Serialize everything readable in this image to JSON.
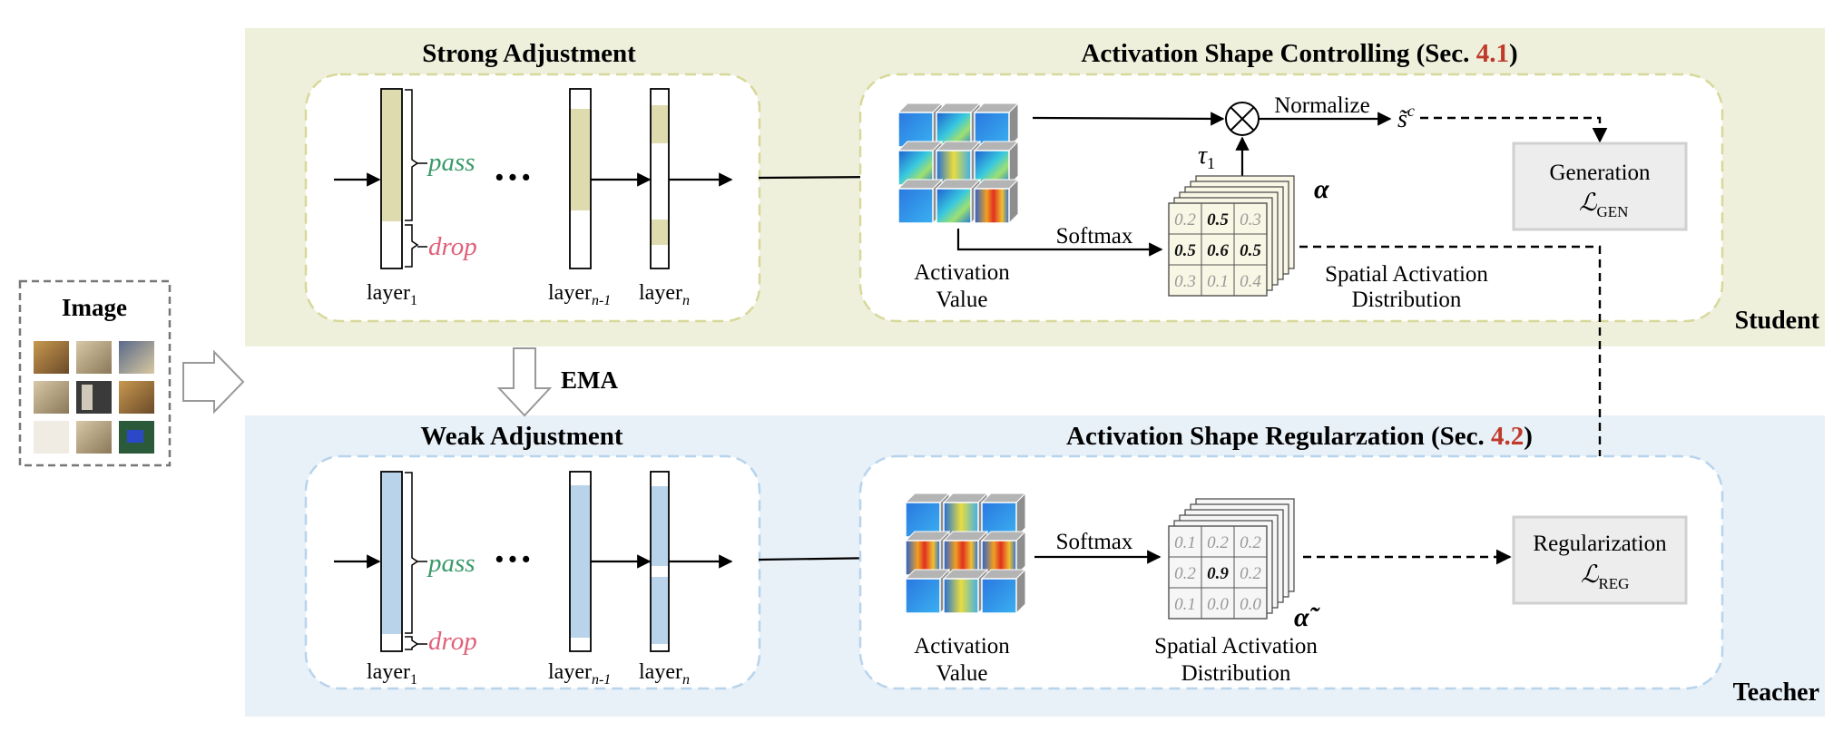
{
  "image_panel": {
    "title": "Image"
  },
  "transfer": {
    "label": "EMA"
  },
  "student": {
    "role_label": "Student",
    "adjustment": {
      "title": "Strong Adjustment",
      "pass_label": "pass",
      "drop_label": "drop",
      "ellipsis": "···",
      "layer_first": "layer",
      "layer_first_sub": "1",
      "layer_prev": "layer",
      "layer_prev_sub": "n-1",
      "layer_last": "layer",
      "layer_last_sub": "n"
    },
    "controlling": {
      "title_prefix": "Activation Shape Controlling (Sec. ",
      "title_ref": "4.1",
      "title_suffix": ")",
      "activation_label_1": "Activation",
      "activation_label_2": "Value",
      "softmax_label": "Softmax",
      "normalize_label": "Normalize",
      "tau_label": "τ",
      "tau_sub": "1",
      "otimes": "⊗",
      "s_label": "s̃",
      "s_sup": "c",
      "alpha_label": "α",
      "distribution_label_1": "Spatial Activation",
      "distribution_label_2": "Distribution",
      "grid": [
        [
          "0.2",
          "0.5",
          "0.3"
        ],
        [
          "0.5",
          "0.6",
          "0.5"
        ],
        [
          "0.3",
          "0.1",
          "0.4"
        ]
      ],
      "grid_bold": [
        [
          false,
          true,
          false
        ],
        [
          true,
          true,
          true
        ],
        [
          false,
          false,
          false
        ]
      ]
    },
    "loss": {
      "name": "Generation",
      "symbol": "ℒ",
      "sub": "GEN"
    }
  },
  "teacher": {
    "role_label": "Teacher",
    "adjustment": {
      "title": "Weak Adjustment",
      "pass_label": "pass",
      "drop_label": "drop",
      "ellipsis": "···",
      "layer_first": "layer",
      "layer_first_sub": "1",
      "layer_prev": "layer",
      "layer_prev_sub": "n-1",
      "layer_last": "layer",
      "layer_last_sub": "n"
    },
    "regularization": {
      "title_prefix": "Activation Shape Regularzation (Sec. ",
      "title_ref": "4.2",
      "title_suffix": ")",
      "activation_label_1": "Activation",
      "activation_label_2": "Value",
      "softmax_label": "Softmax",
      "alpha_label": "α̃",
      "distribution_label_1": "Spatial Activation",
      "distribution_label_2": "Distribution",
      "grid": [
        [
          "0.1",
          "0.2",
          "0.2"
        ],
        [
          "0.2",
          "0.9",
          "0.2"
        ],
        [
          "0.1",
          "0.0",
          "0.0"
        ]
      ],
      "grid_bold": [
        [
          false,
          false,
          false
        ],
        [
          false,
          true,
          false
        ],
        [
          false,
          false,
          false
        ]
      ]
    },
    "loss": {
      "name": "Regularization",
      "symbol": "ℒ",
      "sub": "REG"
    }
  },
  "colors": {
    "student_band": "#eef0dc",
    "teacher_band": "#e8f0f8",
    "student_dash": "#d8d89a",
    "teacher_dash": "#b8d4ec",
    "student_fill": "#dedcae",
    "teacher_fill": "#b9d3ea",
    "pass_green": "#3a9a6a",
    "drop_red": "#e0607a",
    "ref_red": "#c0392b",
    "loss_box": "#ededed"
  }
}
